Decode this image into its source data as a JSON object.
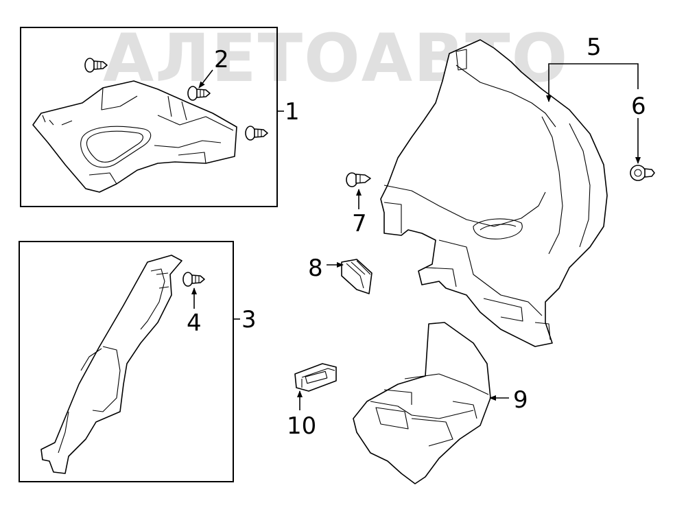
{
  "watermark": "АЛЕТОАВТО",
  "callouts": [
    "1",
    "2",
    "3",
    "4",
    "5",
    "6",
    "7",
    "8",
    "9",
    "10"
  ]
}
